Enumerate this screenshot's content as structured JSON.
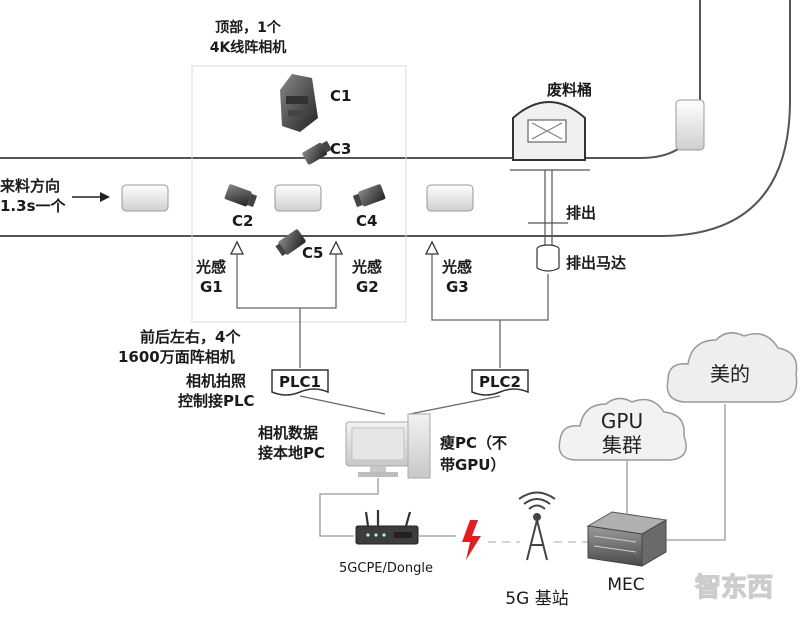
{
  "top_camera": {
    "line1": "顶部，1个",
    "line2": "4K线阵相机"
  },
  "cameras": {
    "c1": "C1",
    "c2": "C2",
    "c3": "C3",
    "c4": "C4",
    "c5": "C5"
  },
  "feed": {
    "line1": "来料方向",
    "line2": "1.3s一个"
  },
  "waste_bin": "废料桶",
  "eject": "排出",
  "eject_motor": "排出马达",
  "sensors": {
    "g1": {
      "line1": "光感",
      "line2": "G1"
    },
    "g2": {
      "line1": "光感",
      "line2": "G2"
    },
    "g3": {
      "line1": "光感",
      "line2": "G3"
    }
  },
  "area_cameras": {
    "line1": "前后左右，4个",
    "line2": "1600万面阵相机"
  },
  "plc_note": {
    "line1": "相机拍照",
    "line2": "控制接PLC"
  },
  "plc1": "PLC1",
  "plc2": "PLC2",
  "cam_data": {
    "line1": "相机数据",
    "line2": "接本地PC"
  },
  "thin_pc": {
    "line1": "瘦PC（不",
    "line2": "带GPU）"
  },
  "cpe": "5GCPE/Dongle",
  "base_station": "5G 基站",
  "mec": "MEC",
  "gpu_cloud": {
    "line1": "GPU",
    "line2": "集群"
  },
  "midea_cloud": "美的",
  "watermark": "智东西"
}
